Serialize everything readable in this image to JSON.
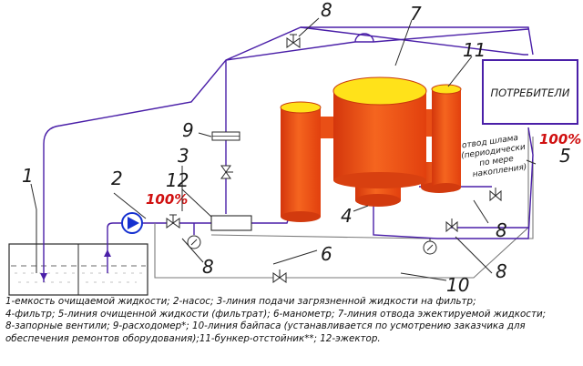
{
  "labels": {
    "n1": "1",
    "n2": "2",
    "n3": "3",
    "n4": "4",
    "n5": "5",
    "n6": "6",
    "n7": "7",
    "n8a": "8",
    "n8b": "8",
    "n8c": "8",
    "n8d": "8",
    "n9": "9",
    "n10": "10",
    "n11": "11",
    "n12": "12"
  },
  "percent_left": "100%",
  "percent_right": "100%",
  "consumers": "ПОТРЕБИТЕЛИ",
  "sludge_note": [
    "отвод шлама",
    "(периодически",
    "по мере",
    "накопления)"
  ],
  "caption": [
    "1-емкость очищаемой жидкости; 2-насос; 3-линия подачи загрязненной жидкости  на фильтр;",
    "4-фильтр; 5-линия очищенной жидкости (фильтрат); 6-манометр; 7-линия отвода эжектируемой жидкости;",
    "8-запорные вентили; 9-расходомер*; 10-линия байпаса (устанавливается по усмотрению заказчика для",
    "обеспечения ремонтов оборудования);11-бункер-отстойник**; 12-эжектор."
  ],
  "colors": {
    "vessel": "#f2561c",
    "vessel_top": "#ffe21a",
    "pipe": "#4a1fa8",
    "consumers_box": "#4a1fa8",
    "pump": "#1530d0"
  }
}
